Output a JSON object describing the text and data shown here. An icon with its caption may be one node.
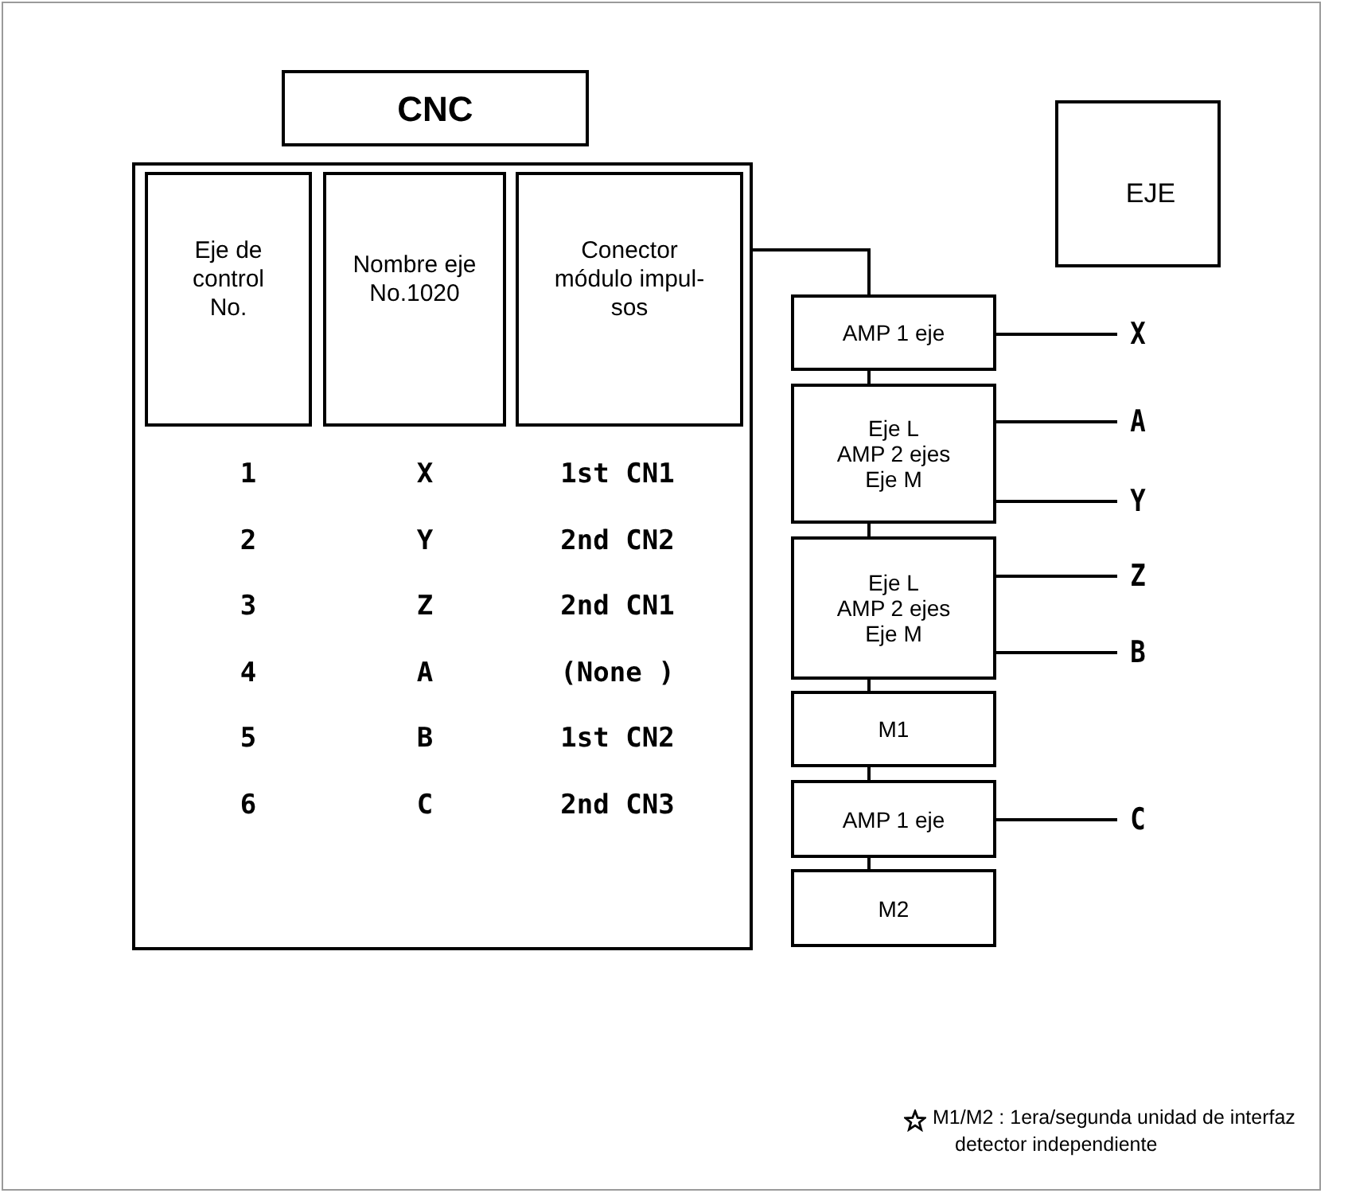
{
  "diagram": {
    "nodes": [
      {
        "text": [
          "CNC"
        ]
      },
      {
        "text": [],
        "shape": "box"
      },
      {
        "text": [
          "Eje de control No."
        ],
        "in": 1
      },
      {
        "text": [
          "Nombre eje No.1020"
        ],
        "in": 1
      },
      {
        "text": [
          "Conector módulo impul- sos"
        ],
        "in": 1
      },
      {
        "text": [
          "EJE"
        ]
      },
      {
        "text": [
          "AMP 1 eje"
        ]
      },
      {
        "text": [
          "Eje L",
          "AMP 2 ejes",
          "Eje M"
        ]
      },
      {
        "text": [
          "Eje L",
          "AMP 2 ejes",
          "Eje M"
        ]
      },
      {
        "text": [
          "M1"
        ]
      },
      {
        "text": [
          "AMP 1 eje"
        ]
      },
      {
        "text": [
          "M2"
        ]
      },
      {
        "text": [
          "X"
        ]
      },
      {
        "text": [
          "A"
        ]
      },
      {
        "text": [
          "Y"
        ]
      },
      {
        "text": [
          "Z"
        ]
      },
      {
        "text": [
          "B"
        ]
      },
      {
        "text": [
          "C"
        ]
      }
    ],
    "edges": [
      {
        "from": 1,
        "to": 6,
        "arrow": "none"
      },
      {
        "from": 6,
        "to": 7,
        "arrow": "none"
      },
      {
        "from": 7,
        "to": 8,
        "arrow": "none"
      },
      {
        "from": 8,
        "to": 9,
        "arrow": "none"
      },
      {
        "from": 9,
        "to": 10,
        "arrow": "none"
      },
      {
        "from": 10,
        "to": 11,
        "arrow": "none"
      },
      {
        "from": 6,
        "to": 12,
        "arrow": "none"
      },
      {
        "from": 7,
        "to": 13,
        "arrow": "none"
      },
      {
        "from": 7,
        "to": 14,
        "arrow": "none"
      },
      {
        "from": 8,
        "to": 15,
        "arrow": "none"
      },
      {
        "from": 8,
        "to": 16,
        "arrow": "none"
      },
      {
        "from": 10,
        "to": 17,
        "arrow": "none"
      }
    ],
    "labels": [
      "1",
      "X",
      "1st CN1",
      "2",
      "Y",
      "2nd CN2",
      "3",
      "Z",
      "2nd CN1",
      "4",
      "A",
      "(None )",
      "5",
      "B",
      "1st CN2",
      "6",
      "C",
      "2nd CN3",
      "M1/M2 : 1era/segunda unidad de interfaz detector independiente"
    ]
  }
}
